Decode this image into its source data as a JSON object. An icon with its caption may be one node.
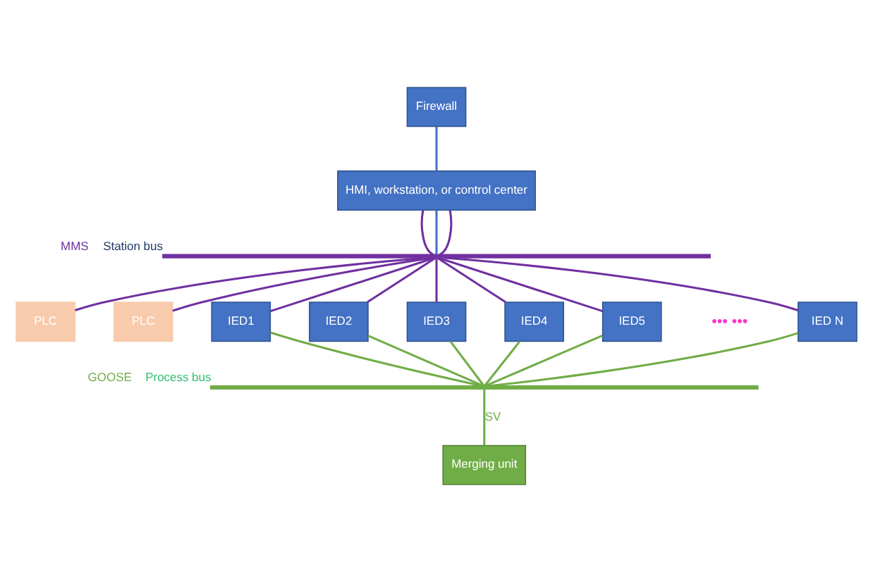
{
  "diagram": {
    "nodes": [
      {
        "text": [
          "Firewall"
        ]
      },
      {
        "text": [
          "HMI, workstation, or control center"
        ]
      },
      {
        "text": [],
        "shape": "bar",
        "beside": [
          "MMS",
          "Station bus"
        ]
      },
      {
        "text": [
          "PLC"
        ]
      },
      {
        "text": [
          "PLC"
        ]
      },
      {
        "text": [
          "IED1"
        ]
      },
      {
        "text": [
          "IED2"
        ]
      },
      {
        "text": [
          "IED3"
        ]
      },
      {
        "text": [
          "IED4"
        ]
      },
      {
        "text": [
          "IED5"
        ]
      },
      {
        "text": [
          "IED N"
        ]
      },
      {
        "text": [],
        "shape": "bar",
        "beside": [
          "GOOSE",
          "Process bus"
        ]
      },
      {
        "text": [
          "Merging unit"
        ]
      }
    ],
    "edges": [
      {
        "from": 0,
        "to": 1,
        "arrow": "none",
        "color": "#4472c4"
      },
      {
        "from": 1,
        "to": 2,
        "arrow": "none"
      },
      {
        "from": 1,
        "to": 2,
        "arrow": "none",
        "color": "#4472c4"
      },
      {
        "from": 1,
        "to": 2,
        "arrow": "none"
      },
      {
        "from": 2,
        "to": 3,
        "arrow": "none"
      },
      {
        "from": 2,
        "to": 4,
        "arrow": "none"
      },
      {
        "from": 2,
        "to": 5,
        "arrow": "none"
      },
      {
        "from": 2,
        "to": 6,
        "arrow": "none"
      },
      {
        "from": 2,
        "to": 7,
        "arrow": "none"
      },
      {
        "from": 2,
        "to": 8,
        "arrow": "none"
      },
      {
        "from": 2,
        "to": 9,
        "arrow": "none"
      },
      {
        "from": 2,
        "to": 10,
        "arrow": "none"
      },
      {
        "from": 5,
        "to": 11,
        "arrow": "none",
        "color": "#70ad47"
      },
      {
        "from": 6,
        "to": 11,
        "arrow": "none",
        "color": "#70ad47"
      },
      {
        "from": 7,
        "to": 11,
        "arrow": "none",
        "color": "#70ad47"
      },
      {
        "from": 8,
        "to": 11,
        "arrow": "none",
        "color": "#70ad47"
      },
      {
        "from": 9,
        "to": 11,
        "arrow": "none",
        "color": "#70ad47"
      },
      {
        "from": 10,
        "to": 11,
        "arrow": "none",
        "color": "#70ad47"
      },
      {
        "from": 11,
        "to": 12,
        "arrow": "none",
        "color": "#70ad47",
        "label": "SV"
      }
    ],
    "labels": [
      "••• •••"
    ]
  }
}
